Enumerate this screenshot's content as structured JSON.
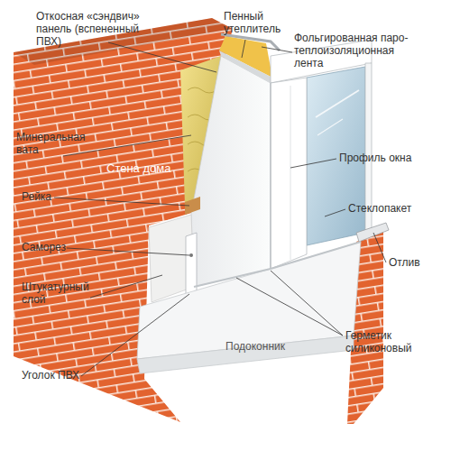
{
  "diagram": {
    "labels": [
      "Откосная «сэндвич» панель (вспененный ПВХ)",
      "Пенный утеплитель",
      "Фольгированная паро- теплоизоляционная лента",
      "Минеральная вата",
      "Стена дома",
      "Профиль окна",
      "Рейка",
      "Стеклопакет",
      "Саморез",
      "Отлив",
      "Штукатурный слой",
      "Подоконник",
      "Герметик силиконовый",
      "Уголок ПВХ"
    ]
  }
}
